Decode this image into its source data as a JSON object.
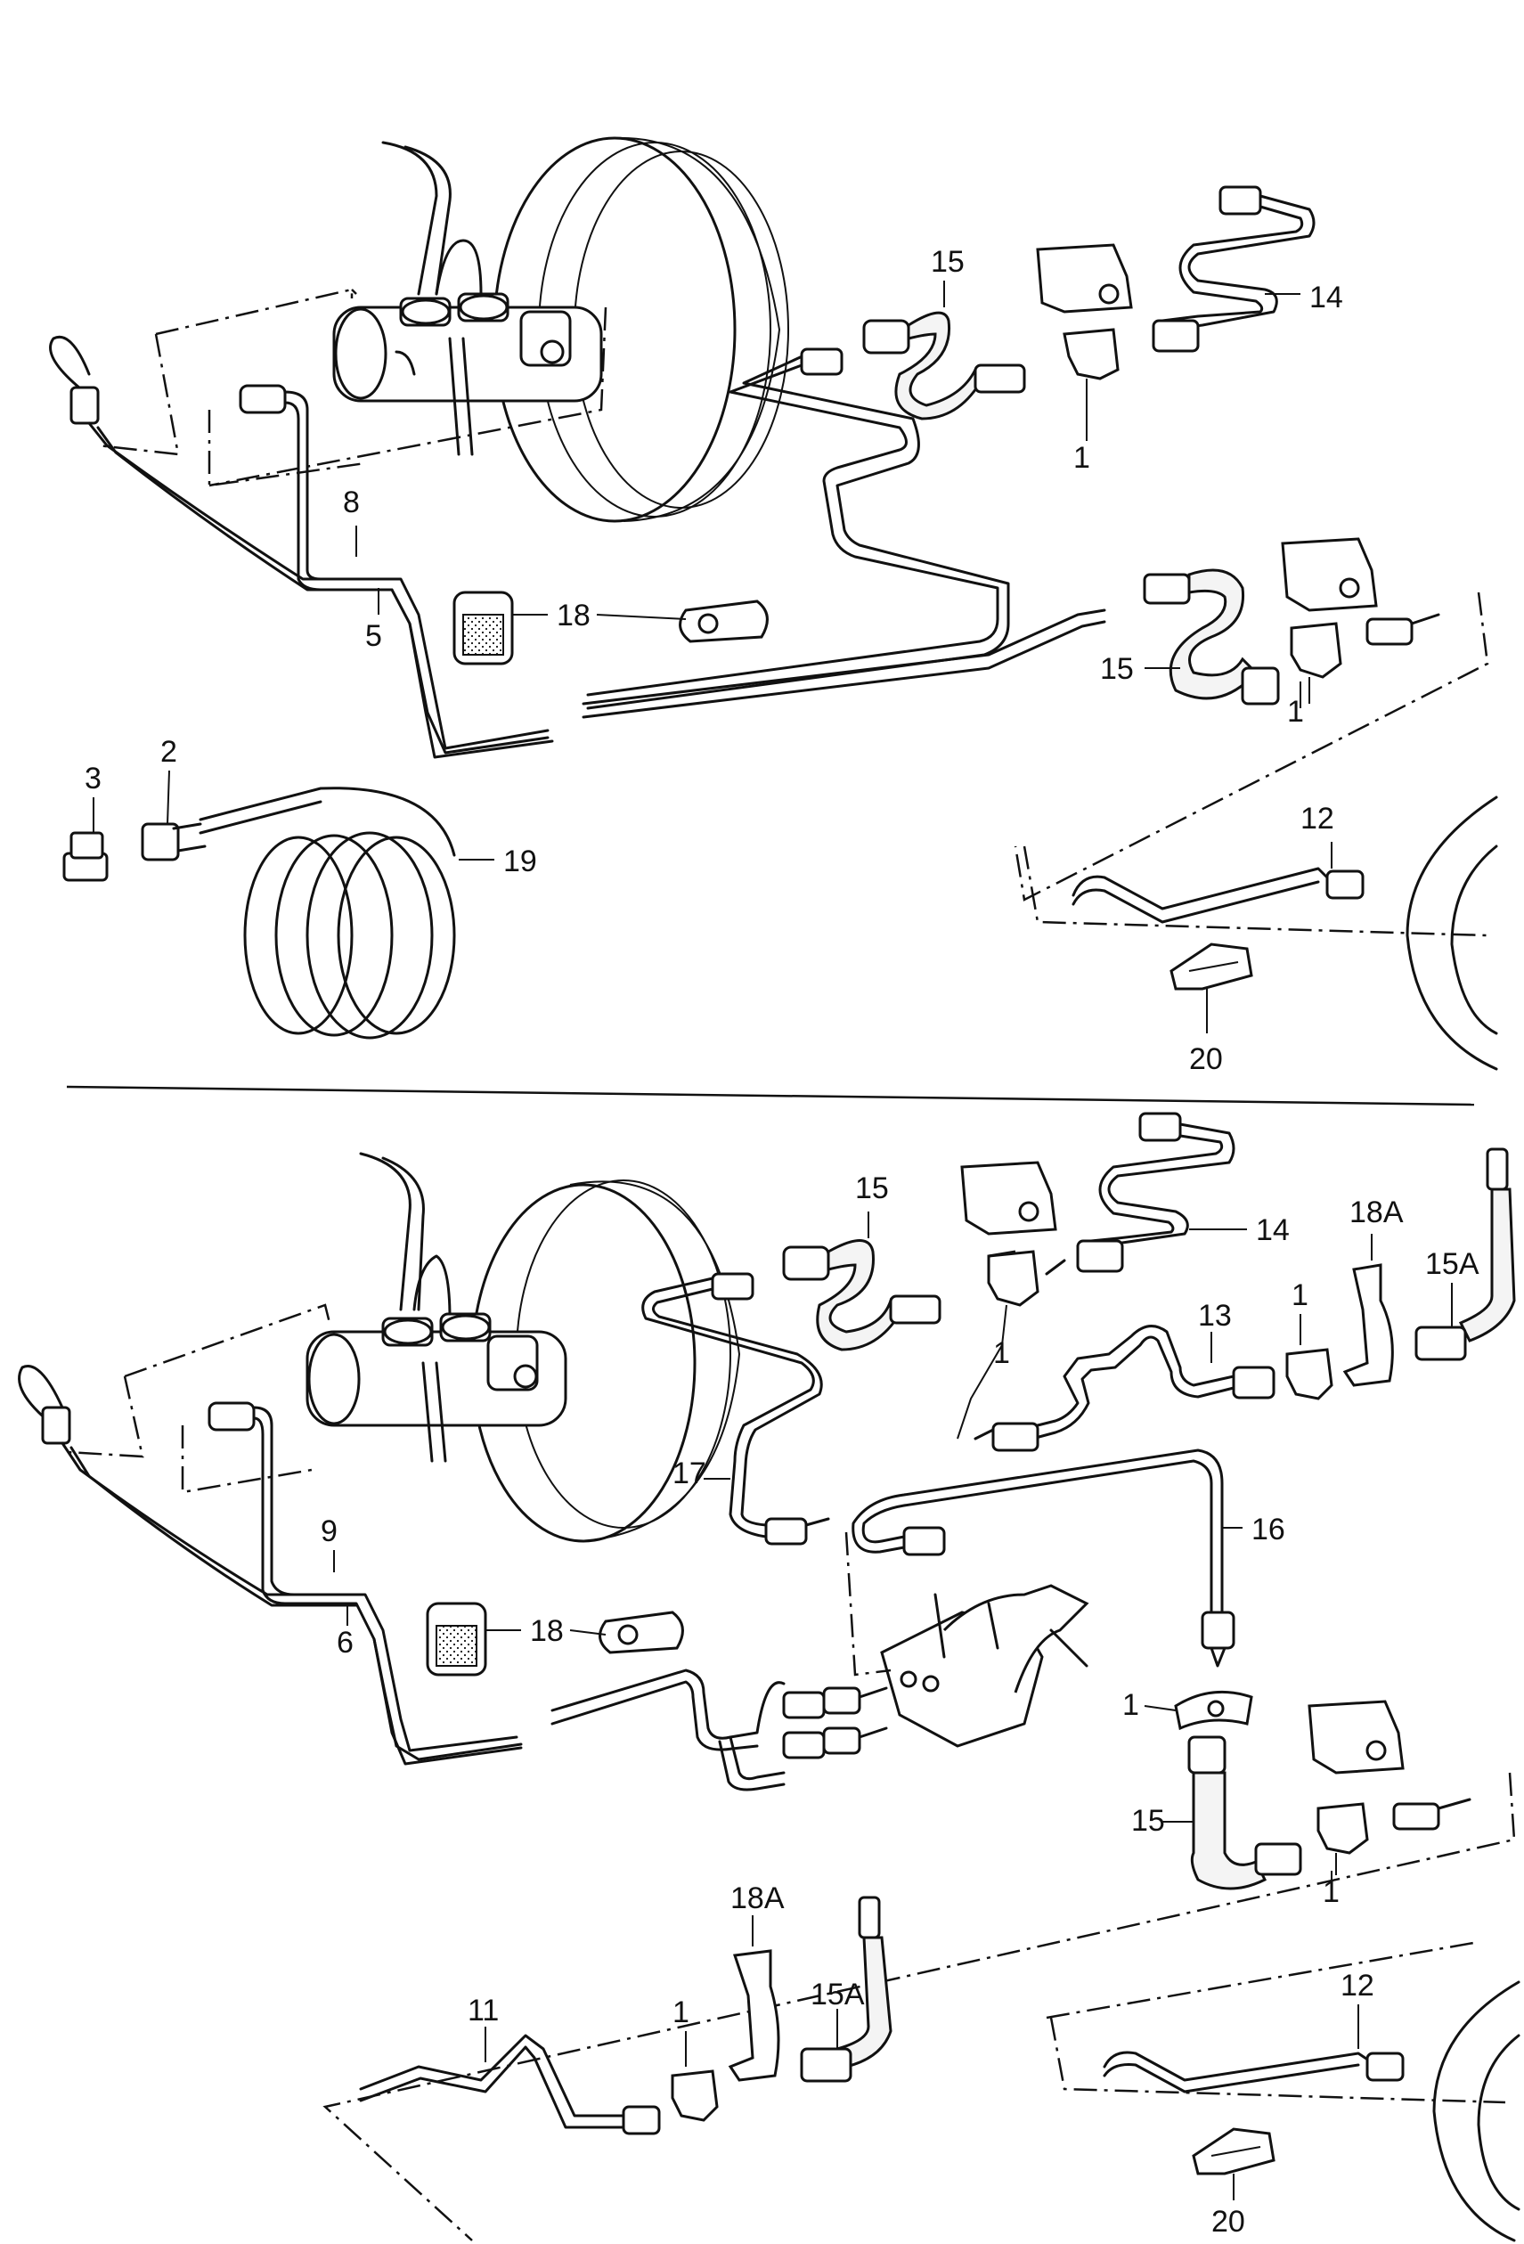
{
  "callouts": {
    "top": {
      "c15a": "15",
      "c14": "14",
      "c1a": "1",
      "c8": "8",
      "c5": "5",
      "c18": "18",
      "c15b": "15",
      "c1b": "1",
      "c3": "3",
      "c2": "2",
      "c19": "19",
      "c12": "12",
      "c20": "20"
    },
    "bottom": {
      "c15a": "15",
      "c14": "14",
      "c18A_a": "18A",
      "c15A_a": "15A",
      "c1a": "1",
      "c13": "13",
      "c1b": "1",
      "c9": "9",
      "c6": "6",
      "c17": "17",
      "c16": "16",
      "c18": "18",
      "c1c": "1",
      "c15b": "15",
      "c1d": "1",
      "c11": "11",
      "c1e": "1",
      "c18A_b": "18A",
      "c15A_b": "15A",
      "c12": "12",
      "c20": "20"
    }
  }
}
